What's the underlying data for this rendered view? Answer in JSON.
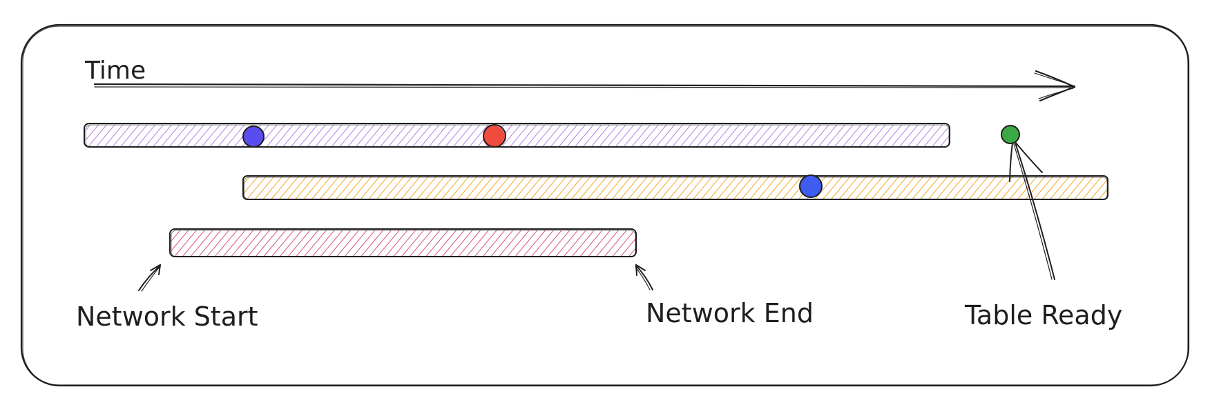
{
  "labels": {
    "time": "Time",
    "network_start": "Network Start",
    "network_end": "Network End",
    "table_ready": "Table Ready"
  },
  "colors": {
    "purple": "#b67fe6",
    "orange": "#f5a623",
    "pink": "#d4547a",
    "dot_blue": "#5b4cf0",
    "dot_red": "#ee4b3c",
    "dot_green": "#3aa845",
    "ink": "#1e1e1e"
  }
}
